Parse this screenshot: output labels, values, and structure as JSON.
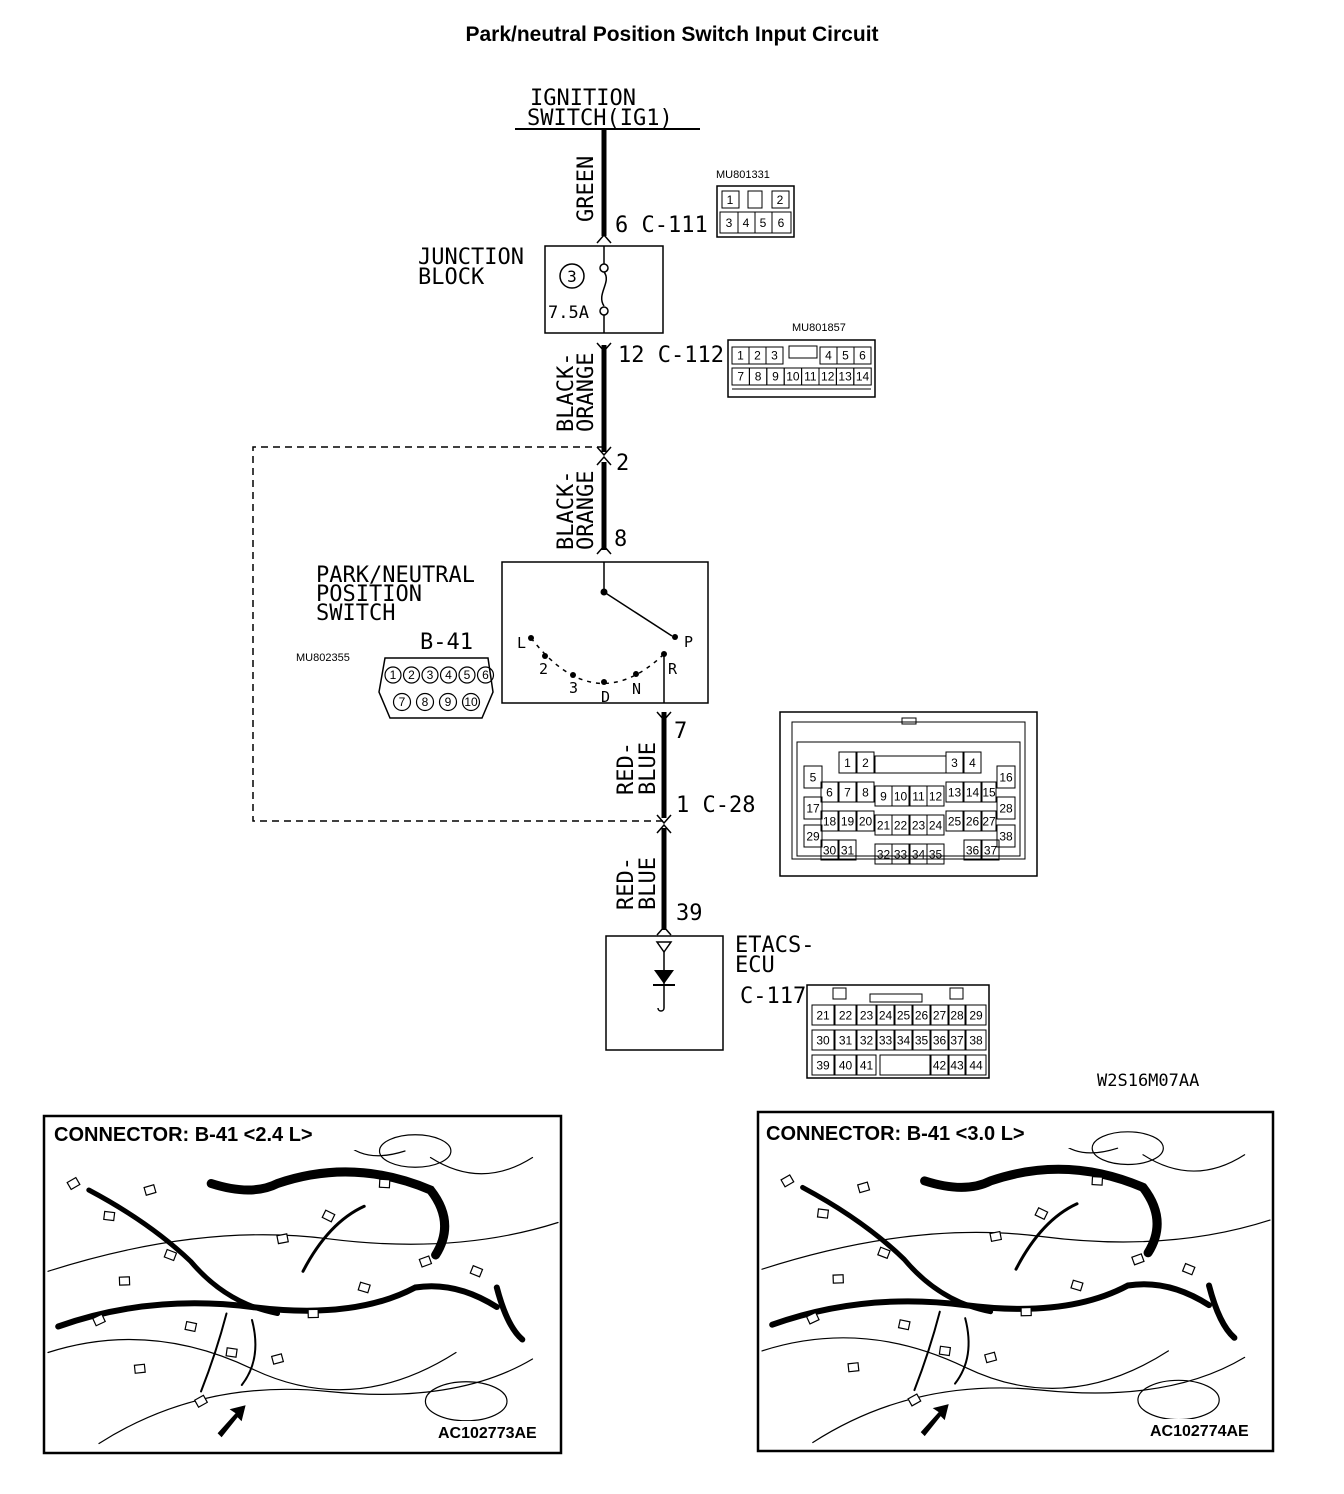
{
  "title": "Park/neutral Position Switch Input Circuit",
  "ignition": {
    "line1": "IGNITION",
    "line2": "SWITCH(IG1)"
  },
  "wires": {
    "green": "GREEN",
    "black_orange_1a": "BLACK-",
    "black_orange_1b": "ORANGE",
    "black_orange_2a": "BLACK-",
    "black_orange_2b": "ORANGE",
    "red_blue_1a": "RED-",
    "red_blue_1b": "BLUE",
    "red_blue_2a": "RED-",
    "red_blue_2b": "BLUE"
  },
  "pins": {
    "c111": "6 C-111",
    "c112": "12 C-112",
    "p2": "2",
    "p8": "8",
    "p7": "7",
    "c28": "1  C-28",
    "p39": "39"
  },
  "junction_block": {
    "line1": "JUNCTION",
    "line2": "BLOCK",
    "fuse_no": "3",
    "fuse_rating": "7.5A"
  },
  "park_switch": {
    "line1": "PARK/NEUTRAL",
    "line2": "POSITION",
    "line3": "SWITCH",
    "connector": "B-41",
    "positions": [
      "L",
      "2",
      "3",
      "D",
      "N",
      "R",
      "P"
    ]
  },
  "etacs": {
    "line1": "ETACS-",
    "line2": "ECU",
    "connector": "C-117"
  },
  "connector_codes": {
    "c111_code": "MU801331",
    "c112_code": "MU801857",
    "b41_code": "MU802355"
  },
  "connector_pins": {
    "c111_top": [
      "1",
      "",
      "2"
    ],
    "c111_bottom": [
      "3",
      "4",
      "5",
      "6"
    ],
    "c112_top": [
      "1",
      "2",
      "3",
      "",
      "4",
      "5",
      "6"
    ],
    "c112_bottom": [
      "7",
      "8",
      "9",
      "10",
      "11",
      "12",
      "13",
      "14"
    ],
    "b41_top": [
      "1",
      "2",
      "3",
      "4",
      "5",
      "6"
    ],
    "b41_bottom": [
      "7",
      "8",
      "9",
      "10"
    ],
    "c28_r1": [
      "1",
      "2",
      "3",
      "4"
    ],
    "c28_r2": [
      "5",
      "6",
      "7",
      "8",
      "9",
      "10",
      "11",
      "12",
      "13",
      "14",
      "15",
      "16"
    ],
    "c28_r3": [
      "17",
      "18",
      "19",
      "20",
      "21",
      "22",
      "23",
      "24",
      "25",
      "26",
      "27",
      "28"
    ],
    "c28_r4": [
      "29",
      "30",
      "31",
      "32",
      "33",
      "34",
      "35",
      "36",
      "37",
      "38"
    ],
    "c117_r1": [
      "21",
      "22",
      "23",
      "24",
      "25",
      "26",
      "27",
      "28",
      "29"
    ],
    "c117_r2": [
      "30",
      "31",
      "32",
      "33",
      "34",
      "35",
      "36",
      "37",
      "38"
    ],
    "c117_r3": [
      "39",
      "40",
      "41",
      "",
      "",
      "",
      "42",
      "43",
      "44"
    ]
  },
  "figure_code": "W2S16M07AA",
  "photo_left": {
    "title": "CONNECTOR: B-41 <2.4 L>",
    "code": "AC102773AE"
  },
  "photo_right": {
    "title": "CONNECTOR: B-41 <3.0 L>",
    "code": "AC102774AE"
  }
}
